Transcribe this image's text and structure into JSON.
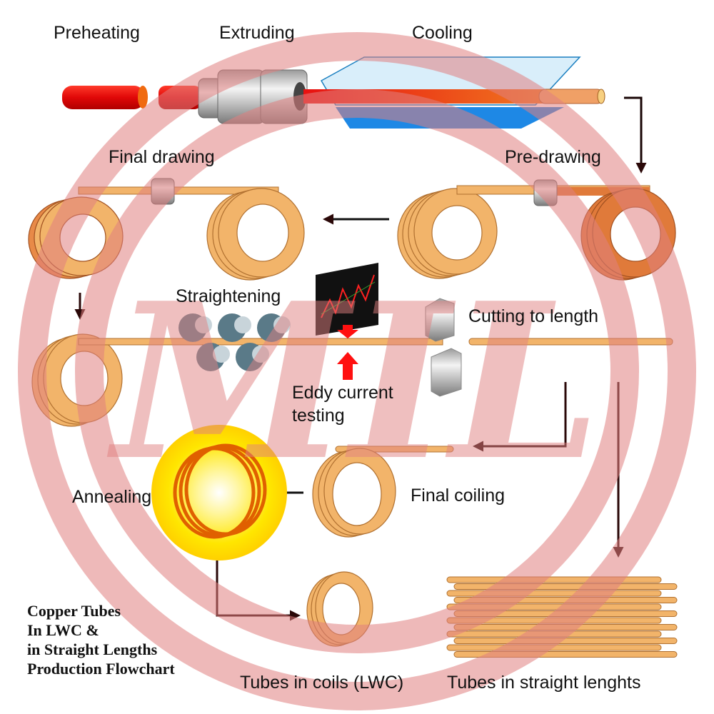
{
  "diagram": {
    "title_lines": [
      "Copper Tubes",
      "In LWC &",
      "in Straight Lengths",
      "Production Flowchart"
    ],
    "steps": {
      "preheating": "Preheating",
      "extruding": "Extruding",
      "cooling": "Cooling",
      "pre_drawing": "Pre-drawing",
      "final_drawing": "Final drawing",
      "straightening": "Straightening",
      "eddy_current_line1": "Eddy current",
      "eddy_current_line2": "testing",
      "cutting": "Cutting to length",
      "final_coiling": "Final coiling",
      "annealing": "Annealing",
      "tubes_coils": "Tubes in coils (LWC)",
      "tubes_straight": "Tubes in straight lenghts"
    },
    "flow": [
      "Preheating",
      "Extruding",
      "Cooling",
      "Pre-drawing",
      "Final drawing",
      "Straightening",
      "Eddy current testing",
      "Cutting to length",
      "Final coiling",
      "Annealing",
      "Tubes in coils (LWC)",
      "Tubes in straight lenghts"
    ],
    "watermark": {
      "text": "MIL",
      "color": "#e8a0a0"
    },
    "colors": {
      "copper_light": "#f2b46a",
      "copper_dark": "#e07a3a",
      "hot_billet": "#e01010",
      "water": "#1e88e5",
      "arrow": "#1a0a0a",
      "anneal_glow": "#ffe000"
    }
  }
}
